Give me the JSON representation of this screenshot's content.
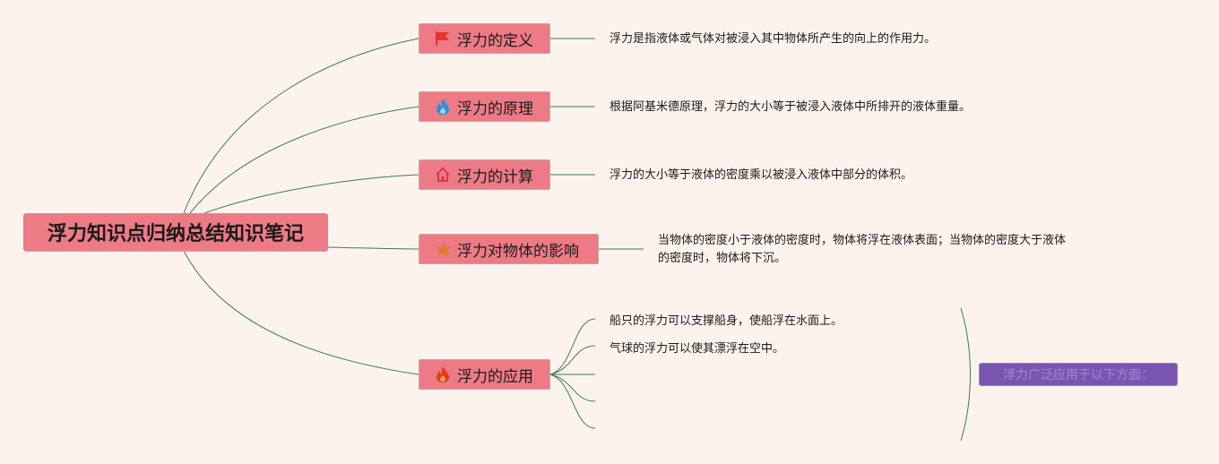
{
  "root": {
    "title": "浮力知识点归纳总结知识笔记"
  },
  "topics": [
    {
      "label": "浮力的定义",
      "icon": "red-flag-icon",
      "color": "#e8322a"
    },
    {
      "label": "浮力的原理",
      "icon": "blue-flame-icon",
      "color": "#2f8fd8"
    },
    {
      "label": "浮力的计算",
      "icon": "home-icon",
      "color": "#d8304c"
    },
    {
      "label": "浮力对物体的影响",
      "icon": "star-icon",
      "color": "#e0782c"
    },
    {
      "label": "浮力的应用",
      "icon": "fire-icon",
      "color": "#e23a1e"
    }
  ],
  "details": [
    {
      "lines": [
        "浮力是指液体或气体对被浸入其中物体所产生的向上的作用力。"
      ]
    },
    {
      "lines": [
        "根据阿基米德原理，浮力的大小等于被浸入液体中所排开的液体重量。"
      ]
    },
    {
      "lines": [
        "浮力的大小等于液体的密度乘以被浸入液体中部分的体积。"
      ]
    },
    {
      "lines": [
        "当物体的密度小于液体的密度时，物体将浮在液体表面；当物体的密度大于液体",
        "的密度时，物体将下沉。"
      ]
    }
  ],
  "applications": [
    "船只的浮力可以支撑船身，使船浮在水面上。",
    "气球的浮力可以使其漂浮在空中。",
    "",
    "",
    ""
  ],
  "summary": {
    "label": "浮力广泛应用于以下方面："
  },
  "colors": {
    "background": "#fdf3ee",
    "node": "#ed7b86",
    "line": "#3d7a5c",
    "summary": "#7a55b0"
  }
}
